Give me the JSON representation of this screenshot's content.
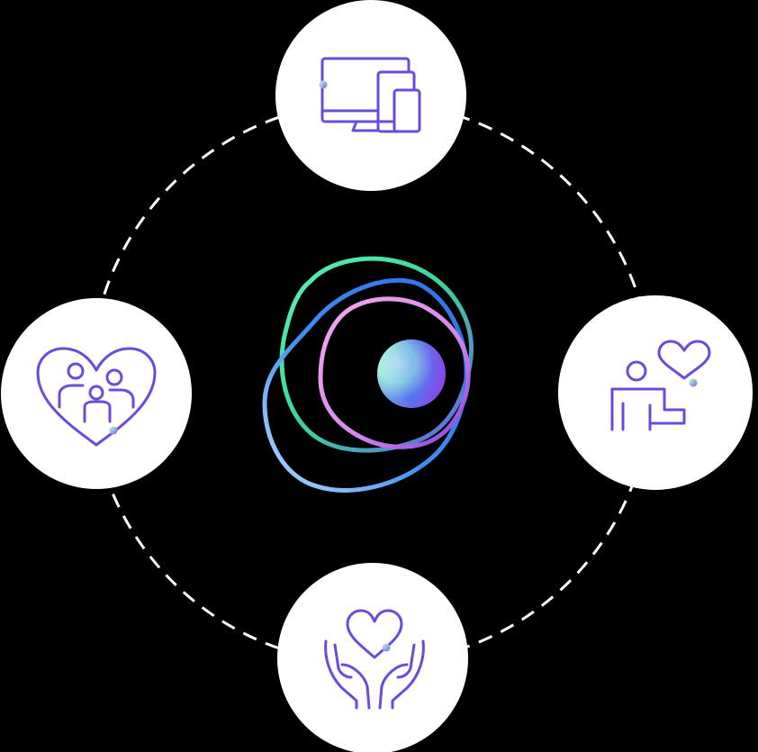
{
  "colors": {
    "background": "#000000",
    "ring_dash": "#ffffff",
    "node_fill": "#ffffff",
    "icon_stroke": "#6b4bd8",
    "accent_dot_from": "#b7f3e6",
    "accent_dot_to": "#6f6bd9",
    "logo_green": "#44e0a6",
    "logo_blue": "#3a8bf0",
    "logo_pink": "#e08be8",
    "logo_violet": "#7b3fe0",
    "logo_light_blue": "#a9cdf7"
  },
  "diagram": {
    "center": {
      "icon": "gradient-swirl-logo"
    },
    "nodes": [
      {
        "id": "top",
        "icon": "devices-icon"
      },
      {
        "id": "right",
        "icon": "person-heart-icon"
      },
      {
        "id": "bottom",
        "icon": "hands-heart-icon"
      },
      {
        "id": "left",
        "icon": "family-heart-icon"
      }
    ]
  }
}
